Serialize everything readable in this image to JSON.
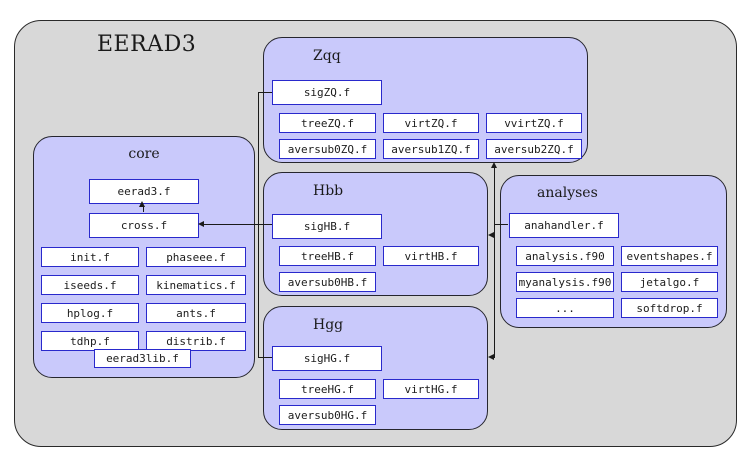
{
  "title": "EERAD3",
  "colors": {
    "outer_fill": "#d8d8d8",
    "module_fill": "#c9c9fb",
    "module_border": "#26262e",
    "file_fill": "#ffffff",
    "file_border": "#2929cc",
    "line": "#1a1a1a",
    "text": "#1c1c1c"
  },
  "core": {
    "label": "core",
    "eerad3": "eerad3.f",
    "cross": "cross.f",
    "grid": [
      "init.f",
      "phaseee.f",
      "iseeds.f",
      "kinematics.f",
      "hplog.f",
      "ants.f",
      "tdhp.f",
      "distrib.f"
    ],
    "lib": "eerad3lib.f"
  },
  "zqq": {
    "label": "Zqq",
    "sig": "sigZQ.f",
    "row1": [
      "treeZQ.f",
      "virtZQ.f",
      "vvirtZQ.f"
    ],
    "row2": [
      "aversub0ZQ.f",
      "aversub1ZQ.f",
      "aversub2ZQ.f"
    ]
  },
  "hbb": {
    "label": "Hbb",
    "sig": "sigHB.f",
    "row1": [
      "treeHB.f",
      "virtHB.f"
    ],
    "row2": [
      "aversub0HB.f"
    ]
  },
  "hgg": {
    "label": "Hgg",
    "sig": "sigHG.f",
    "row1": [
      "treeHG.f",
      "virtHG.f"
    ],
    "row2": [
      "aversub0HG.f"
    ]
  },
  "analyses": {
    "label": "analyses",
    "handler": "anahandler.f",
    "grid": [
      "analysis.f90",
      "eventshapes.f",
      "myanalysis.f90",
      "jetalgo.f",
      "...",
      "softdrop.f"
    ]
  },
  "connections": [
    "sigZQ.f/sigHB.f/sigHG.f -> cross.f",
    "cross.f -> eerad3.f",
    "anahandler.f -> Zqq",
    "anahandler.f -> Hbb",
    "anahandler.f -> Hgg"
  ]
}
